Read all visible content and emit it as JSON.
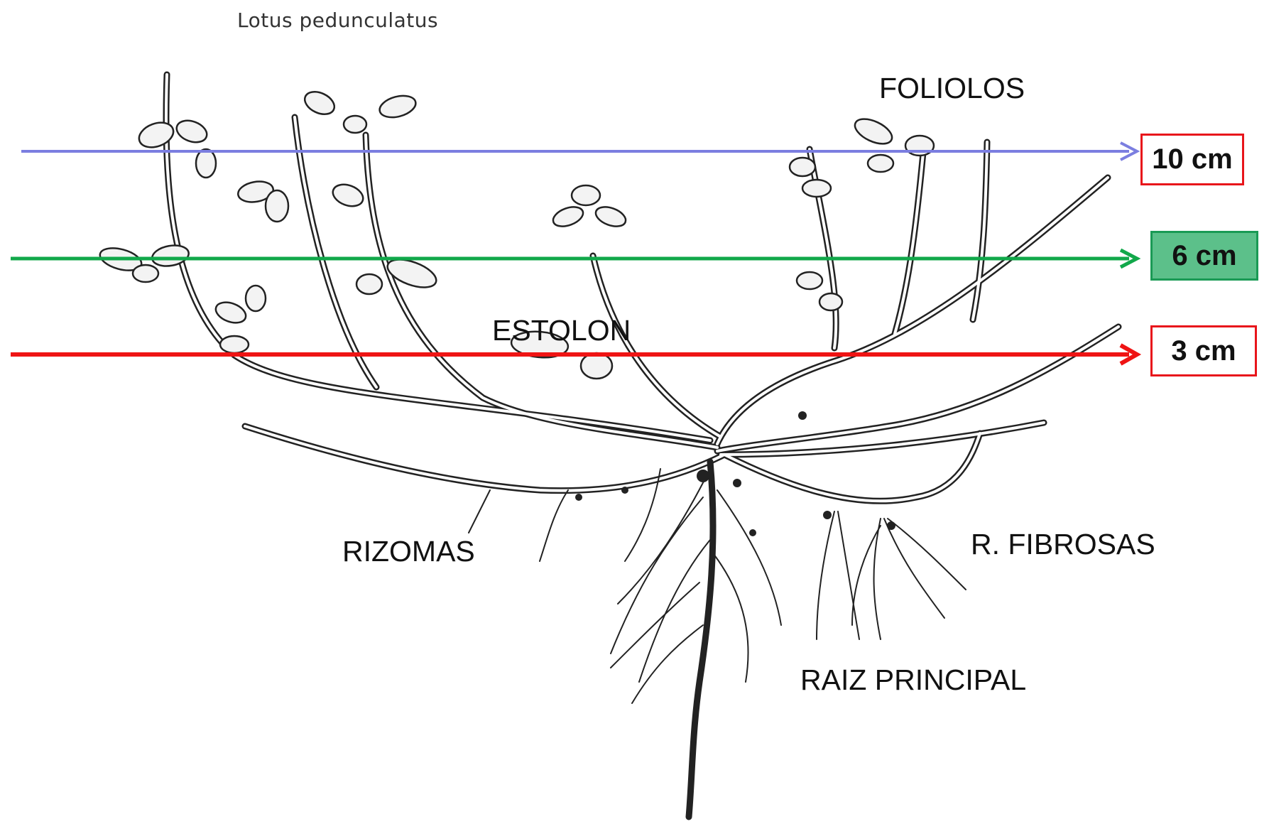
{
  "title": "Lotus pedunculatus",
  "labels": {
    "foliolos": "FOLIOLOS",
    "estolon": "ESTOLON",
    "rizomas": "RIZOMAS",
    "fibrosas": "R. FIBROSAS",
    "raiz_principal": "RAIZ PRINCIPAL"
  },
  "heights": [
    {
      "label": "10 cm",
      "arrow_color": "#7b7ee0",
      "box_border": "#e8151b",
      "box_fill": "#ffffff"
    },
    {
      "label": "6 cm",
      "arrow_color": "#11a84a",
      "box_border": "#1a9a55",
      "box_fill": "#5cc08a"
    },
    {
      "label": "3 cm",
      "arrow_color": "#ef1414",
      "box_border": "#e8151b",
      "box_fill": "#ffffff"
    }
  ]
}
